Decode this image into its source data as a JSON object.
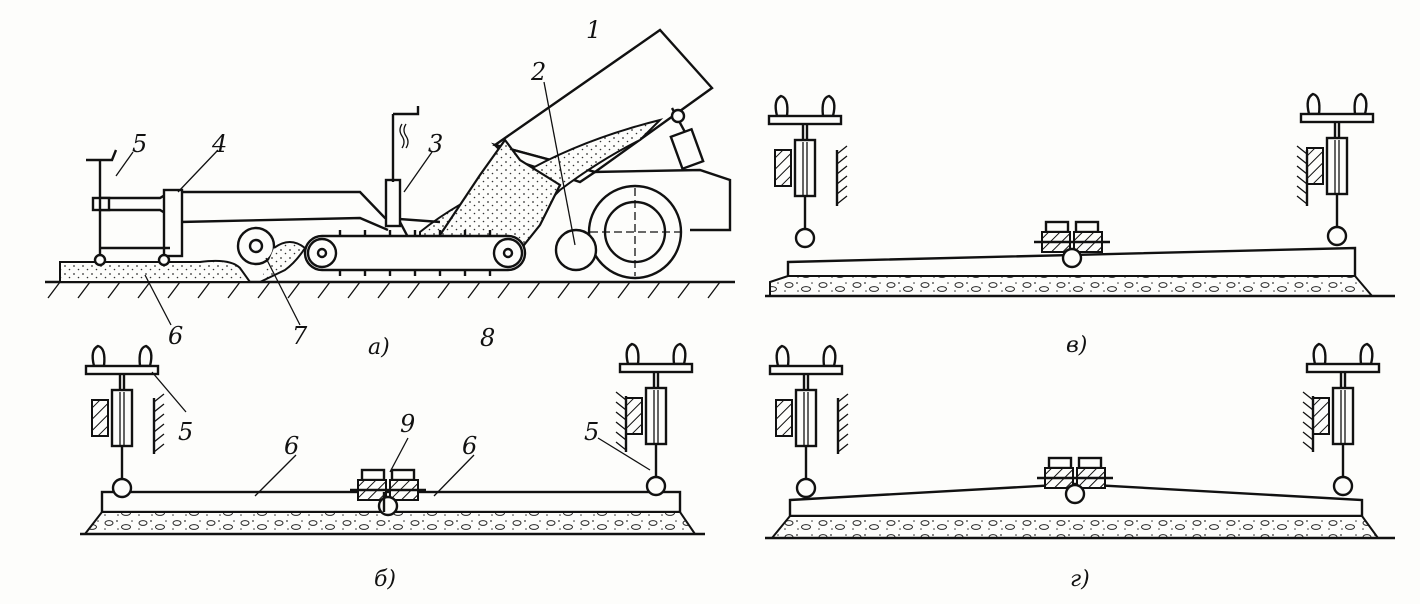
{
  "figure": {
    "captions": {
      "a": "а)",
      "b": "б)",
      "v": "в)",
      "g": "г)"
    },
    "callouts_a": {
      "n1": "1",
      "n2": "2",
      "n3": "3",
      "n4": "4",
      "n5": "5",
      "n6": "6",
      "n7": "7",
      "n8": "8"
    },
    "callouts_b": {
      "n5_left": "5",
      "n5_right": "5",
      "n6_left": "6",
      "n6_right": "6",
      "n9": "9"
    }
  }
}
